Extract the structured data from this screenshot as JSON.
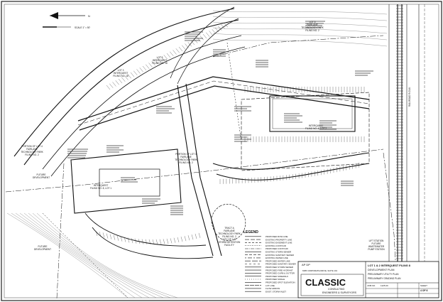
{
  "parcels": {
    "lot3": [
      "LOT 3",
      "INTERQUEST",
      "FILING NO. 18"
    ],
    "lot3b": [
      "LOT 3",
      "INTERQUEST",
      "FILING NO. 18"
    ],
    "lot1_top": [
      "LOT 5",
      "FAIRLANE",
      "TECHNOLOGY PARK",
      "FILING NO. 2"
    ],
    "portion_lot4": [
      "PORTION OF LOT 4",
      "FAIRLANE",
      "TECHNOLOGY PARK",
      "FILING NO. 2"
    ],
    "future_dev_left": [
      "FUTURE",
      "DEVELOPMENT"
    ],
    "future_dev_bottom": [
      "FUTURE",
      "DEVELOPMENT"
    ],
    "lot1": [
      "INTERQUEST",
      "FILING NO. 8, LOT 1"
    ],
    "lot2": [
      "INTERQUEST",
      "FILING NO. 8, LOT 2"
    ],
    "tract_a": [
      "TRACT A",
      "FAIRLANE",
      "TECHNOLOGY PARK",
      "FILING NO. 2",
      "CITY OF C.S.",
      "STORM DETENTION",
      "FACILITY"
    ],
    "portion_lot3": [
      "PORTION OF LOT 3",
      "FAIRLANE",
      "TECHNOLOGY PARK",
      "FILING NO. 2"
    ],
    "pump_station": [
      "LIFT STATION",
      "FUTURE",
      "WASTEWATER",
      "PUMP STATION"
    ],
    "rr_row": "RAILROAD R.O.W."
  },
  "north_arrow": {
    "scale_text": "SCALE 1\" = 50'"
  },
  "legend": {
    "title": "LEGEND",
    "items": [
      "PROPOSED ROW LINE",
      "EXISTING PROPERTY LINE",
      "EXISTING EASEMENT LINE",
      "EXISTING CONTOUR",
      "PROPOSED CONTOUR",
      "EXISTING STORM SEWER",
      "EXISTING SANITARY SEWER",
      "EXISTING WATER LINE",
      "PROPOSED WATER LINE",
      "PROPOSED SANITARY SEWER",
      "PROPOSED STORM SEWER",
      "PROPOSED FIRE HYDRANT",
      "PROPOSED CURB & GUTTER",
      "PROPOSED SIDEWALK",
      "PROPOSED SWALE",
      "PROPOSED SPOT ELEVATION",
      "LOT LINE",
      "FLOW ARROW",
      "EXIST. STORM INLET"
    ]
  },
  "title_block": {
    "firm_name": "CLASSIC",
    "firm_sub1": "CONSULTING",
    "firm_sub2": "ENGINEERS & SURVEYORS",
    "firm_address": "6385 CORPORATE DRIVE, SUITE 101",
    "project_lines": [
      "LOT 1 & 2 INTERQUEST FILING 8",
      "DEVELOPMENT PLAN",
      "PRELIMINARY UTILITY PLAN",
      "PRELIMINARY GRADING PLAN"
    ],
    "sheet_label": "SHEET",
    "sheet_value": "4 OF 6",
    "job_label": "JOB NO.",
    "job_value": "1125.00",
    "ap_label": "AP DP"
  }
}
